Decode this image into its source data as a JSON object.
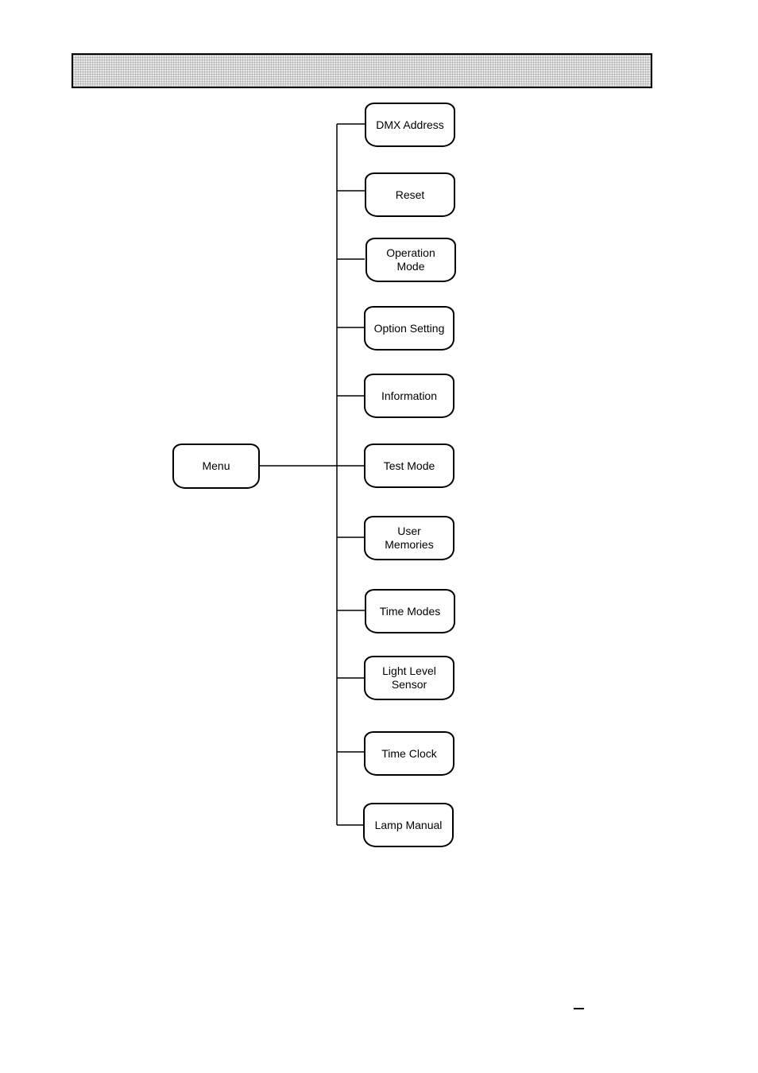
{
  "diagram": {
    "root": {
      "label": "Menu"
    },
    "items": [
      {
        "label": "DMX Address"
      },
      {
        "label": "Reset"
      },
      {
        "label": "Operation\nMode"
      },
      {
        "label": "Option Setting"
      },
      {
        "label": "Information"
      },
      {
        "label": "Test Mode"
      },
      {
        "label": "User\nMemories"
      },
      {
        "label": "Time Modes"
      },
      {
        "label": "Light Level\nSensor"
      },
      {
        "label": "Time Clock"
      },
      {
        "label": "Lamp Manual"
      }
    ]
  }
}
